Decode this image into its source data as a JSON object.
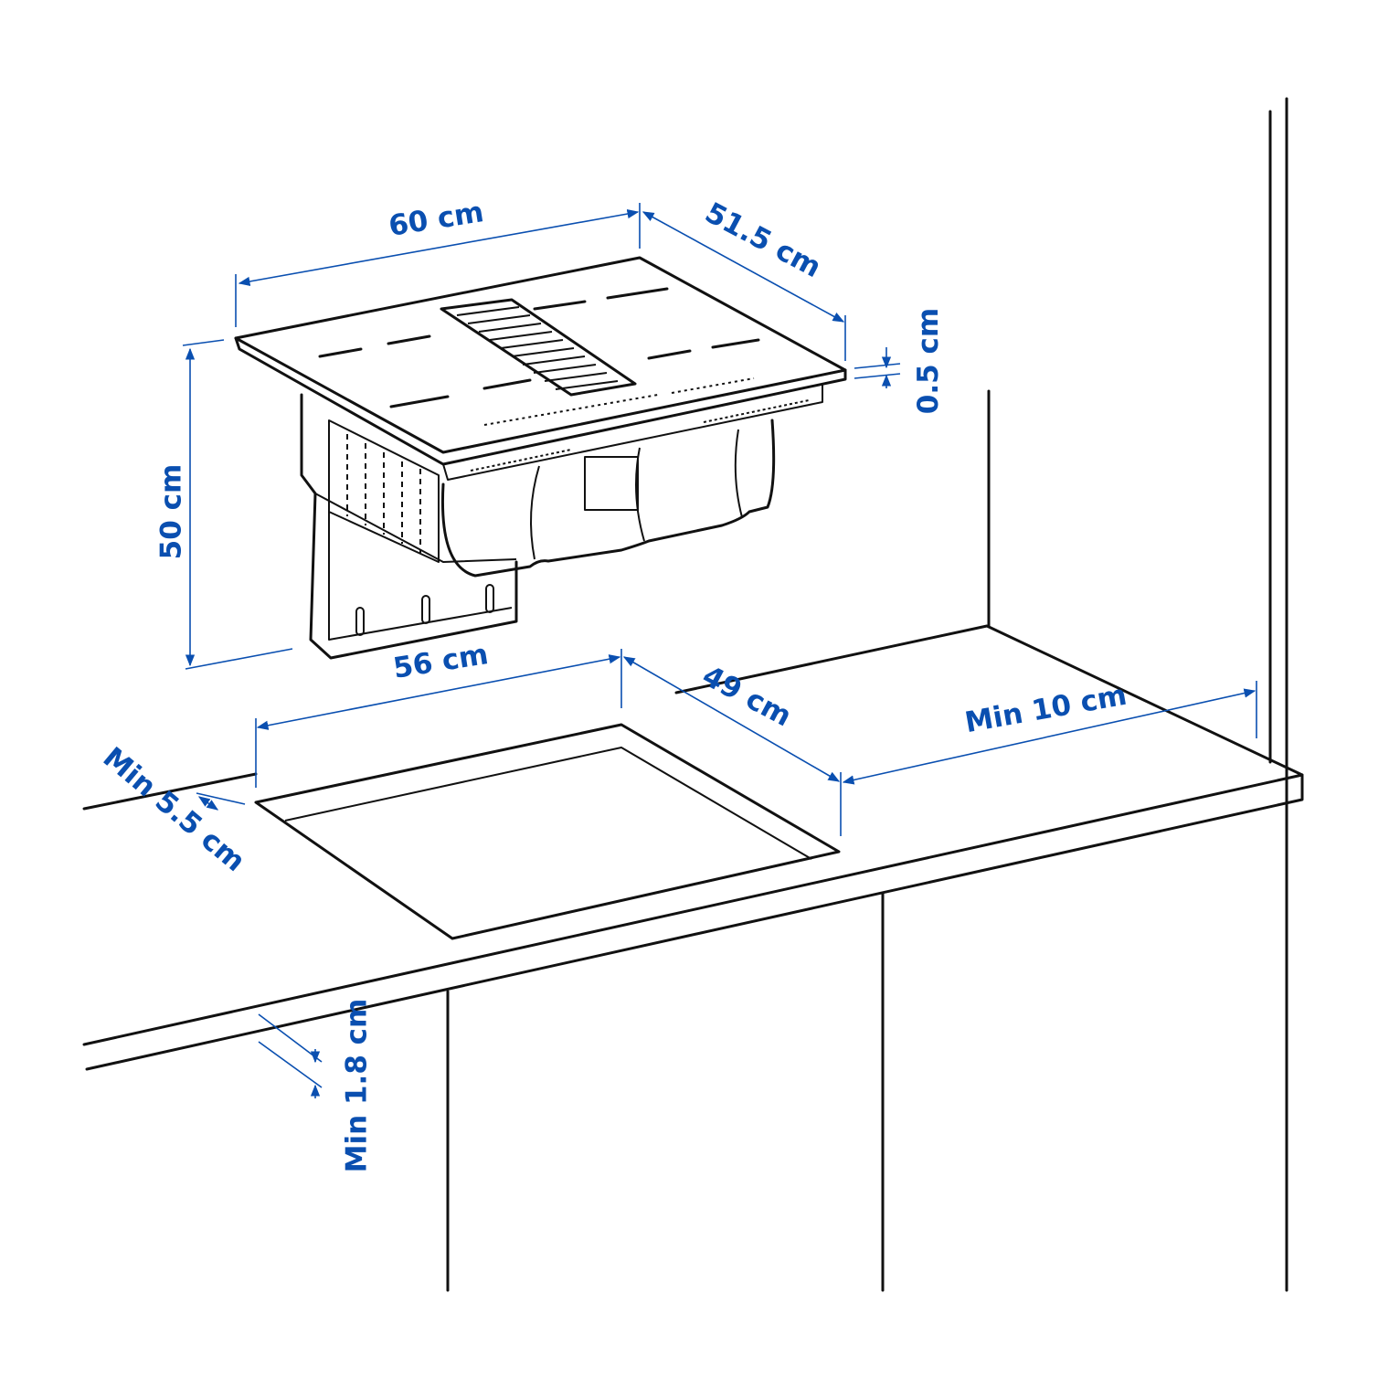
{
  "dimensions": {
    "hob_width": "60 cm",
    "hob_depth": "51.5 cm",
    "hob_thickness": "0.5 cm",
    "hob_height": "50 cm",
    "cutout_width": "56 cm",
    "cutout_depth": "49 cm",
    "min_back_clearance": "Min 10 cm",
    "min_front_clearance": "Min 5.5 cm",
    "min_worktop_thickness": "Min 1.8 cm"
  },
  "colors": {
    "dimension": "#0a4fb0",
    "line": "#111111"
  }
}
